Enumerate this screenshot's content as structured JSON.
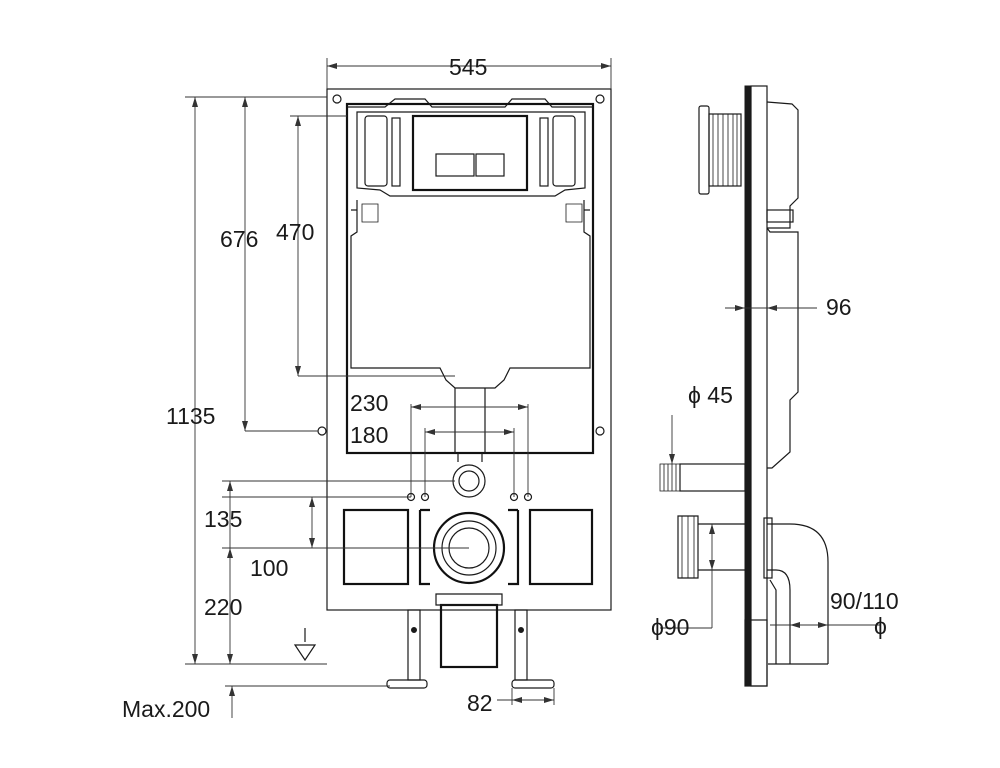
{
  "labels": {
    "width": "545",
    "height_676": "676",
    "height_470": "470",
    "height_1135": "1135",
    "dist_230": "230",
    "dist_180": "180",
    "dist_135": "135",
    "dist_100": "100",
    "dist_220": "220",
    "max_200": "Max.200",
    "dist_82": "82",
    "depth_96": "96",
    "dia_45": "ϕ 45",
    "dia_90": "ϕ90",
    "dia_90_110_top": "90/110",
    "dia_90_110_bottom": "ϕ"
  }
}
